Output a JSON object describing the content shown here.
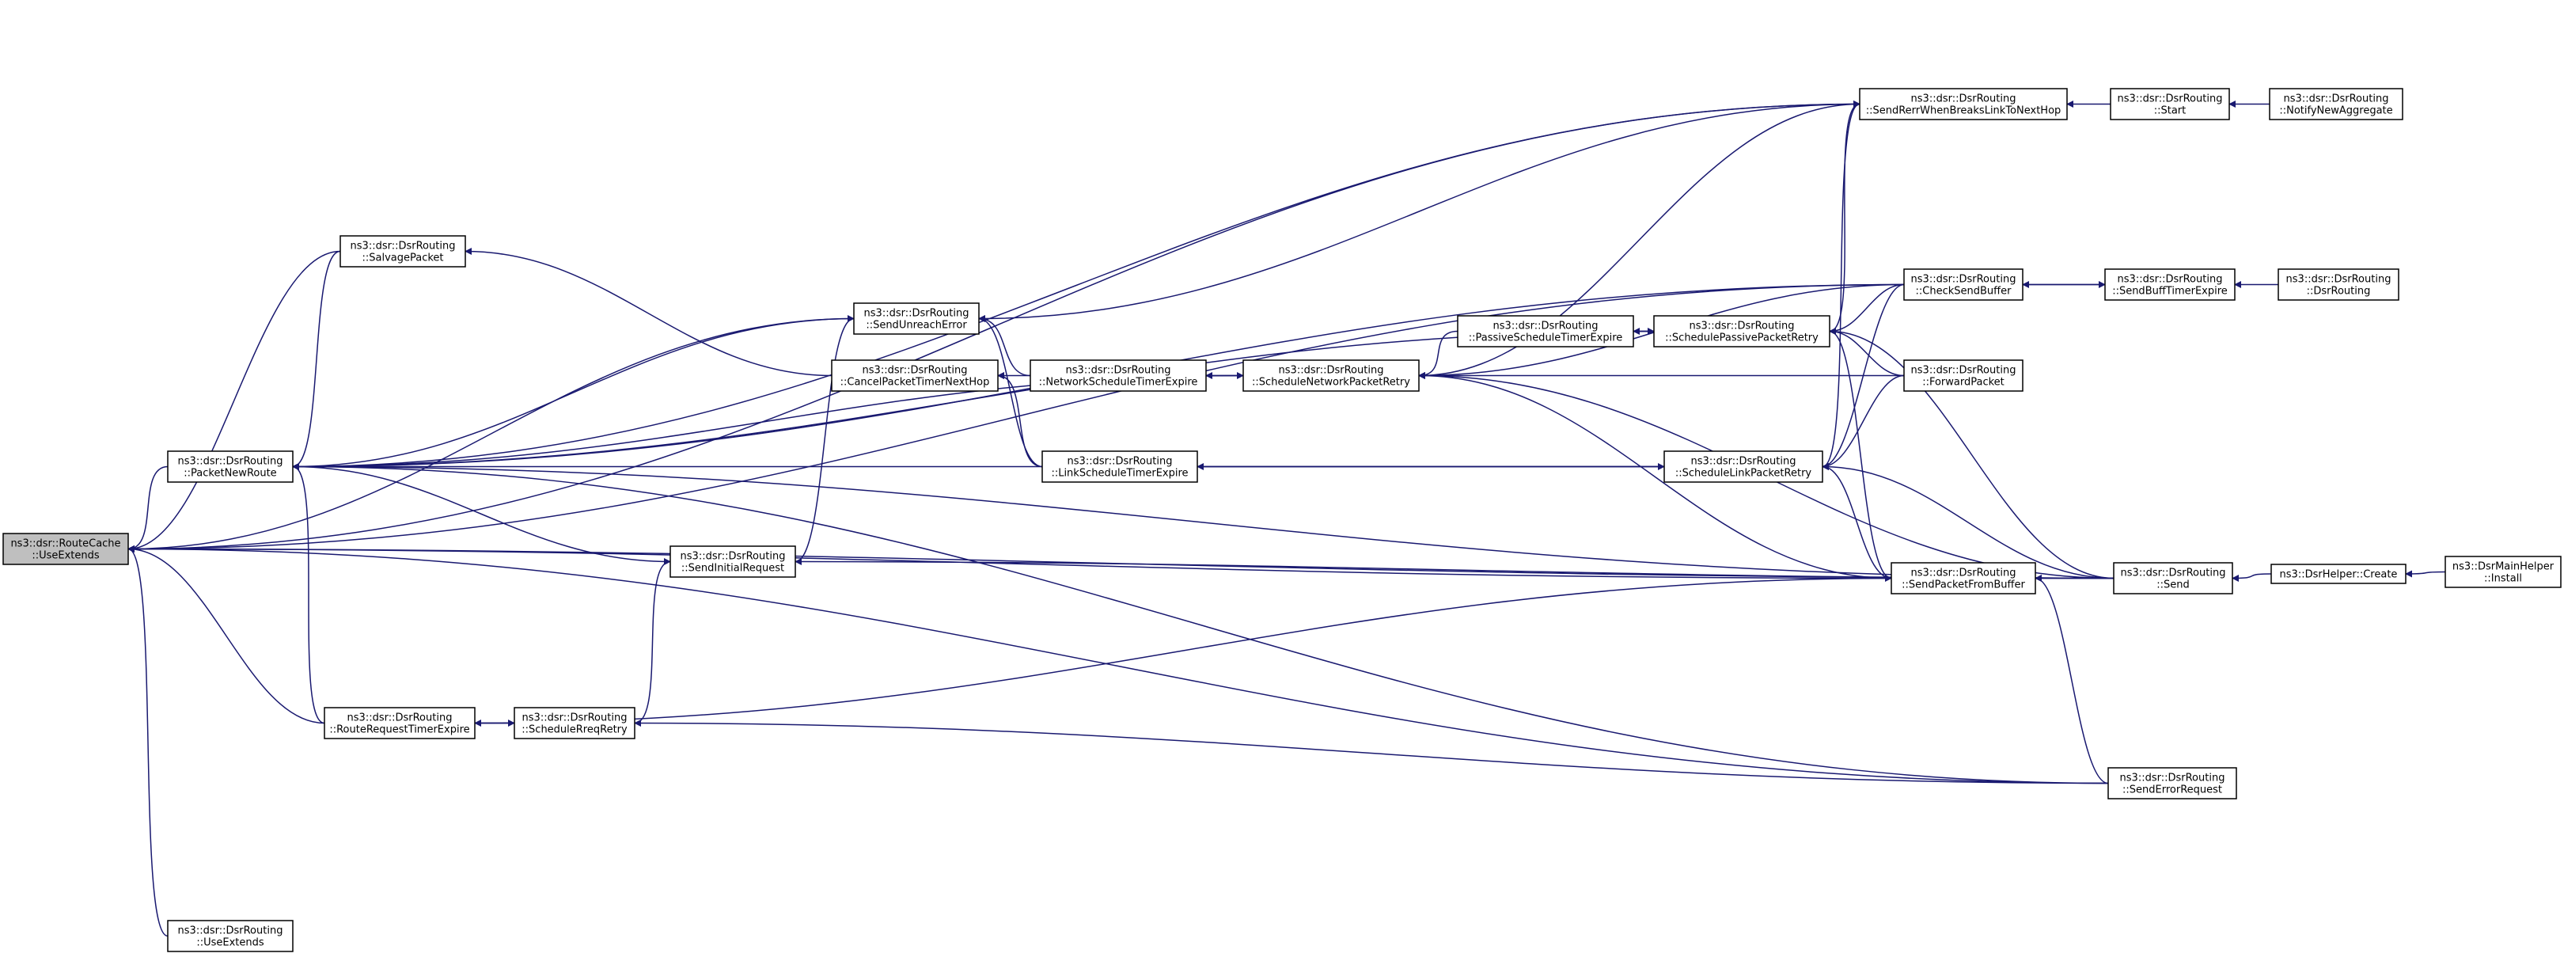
{
  "nodes": [
    {
      "id": "useExtendsCache",
      "lines": [
        "ns3::dsr::RouteCache",
        "::UseExtends"
      ],
      "root": true
    },
    {
      "id": "packetNewRoute",
      "lines": [
        "ns3::dsr::DsrRouting",
        "::PacketNewRoute"
      ]
    },
    {
      "id": "salvagePacket",
      "lines": [
        "ns3::dsr::DsrRouting",
        "::SalvagePacket"
      ]
    },
    {
      "id": "useExtendsRouting",
      "lines": [
        "ns3::dsr::DsrRouting",
        "::UseExtends"
      ]
    },
    {
      "id": "routeRequestTimerExpire",
      "lines": [
        "ns3::dsr::DsrRouting",
        "::RouteRequestTimerExpire"
      ]
    },
    {
      "id": "scheduleRreqRetry",
      "lines": [
        "ns3::dsr::DsrRouting",
        "::ScheduleRreqRetry"
      ]
    },
    {
      "id": "sendInitialRequest",
      "lines": [
        "ns3::dsr::DsrRouting",
        "::SendInitialRequest"
      ]
    },
    {
      "id": "sendUnreachError",
      "lines": [
        "ns3::dsr::DsrRouting",
        "::SendUnreachError"
      ]
    },
    {
      "id": "cancelPacketTimerNextHop",
      "lines": [
        "ns3::dsr::DsrRouting",
        "::CancelPacketTimerNextHop"
      ]
    },
    {
      "id": "networkScheduleTimerExpire",
      "lines": [
        "ns3::dsr::DsrRouting",
        "::NetworkScheduleTimerExpire"
      ]
    },
    {
      "id": "linkScheduleTimerExpire",
      "lines": [
        "ns3::dsr::DsrRouting",
        "::LinkScheduleTimerExpire"
      ]
    },
    {
      "id": "scheduleNetworkPacketRetry",
      "lines": [
        "ns3::dsr::DsrRouting",
        "::ScheduleNetworkPacketRetry"
      ]
    },
    {
      "id": "passiveScheduleTimerExpire",
      "lines": [
        "ns3::dsr::DsrRouting",
        "::PassiveScheduleTimerExpire"
      ]
    },
    {
      "id": "schedulePassivePacketRetry",
      "lines": [
        "ns3::dsr::DsrRouting",
        "::SchedulePassivePacketRetry"
      ]
    },
    {
      "id": "scheduleLinkPacketRetry",
      "lines": [
        "ns3::dsr::DsrRouting",
        "::ScheduleLinkPacketRetry"
      ]
    },
    {
      "id": "sendRerrWhenBreaksLinkToNextHop",
      "lines": [
        "ns3::dsr::DsrRouting",
        "::SendRerrWhenBreaksLinkToNextHop"
      ]
    },
    {
      "id": "checkSendBuffer",
      "lines": [
        "ns3::dsr::DsrRouting",
        "::CheckSendBuffer"
      ]
    },
    {
      "id": "forwardPacket",
      "lines": [
        "ns3::dsr::DsrRouting",
        "::ForwardPacket"
      ]
    },
    {
      "id": "sendPacketFromBuffer",
      "lines": [
        "ns3::dsr::DsrRouting",
        "::SendPacketFromBuffer"
      ]
    },
    {
      "id": "start",
      "lines": [
        "ns3::dsr::DsrRouting",
        "::Start"
      ]
    },
    {
      "id": "notifyNewAggregate",
      "lines": [
        "ns3::dsr::DsrRouting",
        "::NotifyNewAggregate"
      ]
    },
    {
      "id": "sendBuffTimerExpire",
      "lines": [
        "ns3::dsr::DsrRouting",
        "::SendBuffTimerExpire"
      ]
    },
    {
      "id": "dsrRouting",
      "lines": [
        "ns3::dsr::DsrRouting",
        "::DsrRouting"
      ]
    },
    {
      "id": "send",
      "lines": [
        "ns3::dsr::DsrRouting",
        "::Send"
      ]
    },
    {
      "id": "sendErrorRequest",
      "lines": [
        "ns3::dsr::DsrRouting",
        "::SendErrorRequest"
      ]
    },
    {
      "id": "dsrHelperCreate",
      "lines": [
        "ns3::DsrHelper::Create"
      ]
    },
    {
      "id": "dsrMainHelperInstall",
      "lines": [
        "ns3::DsrMainHelper",
        "::Install"
      ]
    }
  ],
  "edges": [
    {
      "from": "packetNewRoute",
      "to": "useExtendsCache"
    },
    {
      "from": "salvagePacket",
      "to": "useExtendsCache"
    },
    {
      "from": "useExtendsRouting",
      "to": "useExtendsCache"
    },
    {
      "from": "routeRequestTimerExpire",
      "to": "useExtendsCache"
    },
    {
      "from": "sendUnreachError",
      "to": "useExtendsCache"
    },
    {
      "from": "sendRerrWhenBreaksLinkToNextHop",
      "to": "useExtendsCache"
    },
    {
      "from": "checkSendBuffer",
      "to": "useExtendsCache"
    },
    {
      "from": "send",
      "to": "useExtendsCache"
    },
    {
      "from": "sendErrorRequest",
      "to": "useExtendsCache"
    },
    {
      "from": "sendPacketFromBuffer",
      "to": "useExtendsCache"
    },
    {
      "from": "salvagePacket",
      "to": "packetNewRoute"
    },
    {
      "from": "routeRequestTimerExpire",
      "to": "packetNewRoute"
    },
    {
      "from": "sendInitialRequest",
      "to": "packetNewRoute"
    },
    {
      "from": "sendUnreachError",
      "to": "packetNewRoute"
    },
    {
      "from": "scheduleNetworkPacketRetry",
      "to": "packetNewRoute"
    },
    {
      "from": "scheduleLinkPacketRetry",
      "to": "packetNewRoute"
    },
    {
      "from": "schedulePassivePacketRetry",
      "to": "packetNewRoute"
    },
    {
      "from": "sendRerrWhenBreaksLinkToNextHop",
      "to": "packetNewRoute"
    },
    {
      "from": "checkSendBuffer",
      "to": "packetNewRoute"
    },
    {
      "from": "send",
      "to": "packetNewRoute"
    },
    {
      "from": "sendErrorRequest",
      "to": "packetNewRoute"
    },
    {
      "from": "cancelPacketTimerNextHop",
      "to": "salvagePacket"
    },
    {
      "from": "scheduleRreqRetry",
      "to": "routeRequestTimerExpire"
    },
    {
      "from": "routeRequestTimerExpire",
      "to": "scheduleRreqRetry"
    },
    {
      "from": "sendErrorRequest",
      "to": "scheduleRreqRetry"
    },
    {
      "from": "scheduleRreqRetry",
      "to": "sendInitialRequest"
    },
    {
      "from": "send",
      "to": "sendInitialRequest"
    },
    {
      "from": "sendInitialRequest",
      "to": "sendUnreachError"
    },
    {
      "from": "networkScheduleTimerExpire",
      "to": "sendUnreachError"
    },
    {
      "from": "linkScheduleTimerExpire",
      "to": "sendUnreachError"
    },
    {
      "from": "networkScheduleTimerExpire",
      "to": "cancelPacketTimerNextHop"
    },
    {
      "from": "linkScheduleTimerExpire",
      "to": "cancelPacketTimerNextHop"
    },
    {
      "from": "scheduleNetworkPacketRetry",
      "to": "networkScheduleTimerExpire"
    },
    {
      "from": "networkScheduleTimerExpire",
      "to": "scheduleNetworkPacketRetry"
    },
    {
      "from": "scheduleLinkPacketRetry",
      "to": "linkScheduleTimerExpire"
    },
    {
      "from": "linkScheduleTimerExpire",
      "to": "scheduleLinkPacketRetry"
    },
    {
      "from": "passiveScheduleTimerExpire",
      "to": "scheduleNetworkPacketRetry"
    },
    {
      "from": "checkSendBuffer",
      "to": "scheduleNetworkPacketRetry"
    },
    {
      "from": "forwardPacket",
      "to": "scheduleNetworkPacketRetry"
    },
    {
      "from": "sendPacketFromBuffer",
      "to": "scheduleNetworkPacketRetry"
    },
    {
      "from": "send",
      "to": "scheduleNetworkPacketRetry"
    },
    {
      "from": "sendUnreachError",
      "to": "sendRerrWhenBreaksLinkToNextHop"
    },
    {
      "from": "scheduleNetworkPacketRetry",
      "to": "sendRerrWhenBreaksLinkToNextHop"
    },
    {
      "from": "schedulePassivePacketRetry",
      "to": "passiveScheduleTimerExpire"
    },
    {
      "from": "passiveScheduleTimerExpire",
      "to": "schedulePassivePacketRetry"
    },
    {
      "from": "checkSendBuffer",
      "to": "schedulePassivePacketRetry"
    },
    {
      "from": "forwardPacket",
      "to": "schedulePassivePacketRetry"
    },
    {
      "from": "sendPacketFromBuffer",
      "to": "schedulePassivePacketRetry"
    },
    {
      "from": "send",
      "to": "schedulePassivePacketRetry"
    },
    {
      "from": "schedulePassivePacketRetry",
      "to": "sendRerrWhenBreaksLinkToNextHop"
    },
    {
      "from": "checkSendBuffer",
      "to": "scheduleLinkPacketRetry"
    },
    {
      "from": "forwardPacket",
      "to": "scheduleLinkPacketRetry"
    },
    {
      "from": "sendPacketFromBuffer",
      "to": "scheduleLinkPacketRetry"
    },
    {
      "from": "send",
      "to": "scheduleLinkPacketRetry"
    },
    {
      "from": "scheduleLinkPacketRetry",
      "to": "sendRerrWhenBreaksLinkToNextHop"
    },
    {
      "from": "start",
      "to": "sendRerrWhenBreaksLinkToNextHop"
    },
    {
      "from": "notifyNewAggregate",
      "to": "start"
    },
    {
      "from": "sendBuffTimerExpire",
      "to": "checkSendBuffer"
    },
    {
      "from": "checkSendBuffer",
      "to": "sendBuffTimerExpire"
    },
    {
      "from": "dsrRouting",
      "to": "sendBuffTimerExpire"
    },
    {
      "from": "send",
      "to": "sendPacketFromBuffer"
    },
    {
      "from": "sendErrorRequest",
      "to": "sendPacketFromBuffer"
    },
    {
      "from": "routeRequestTimerExpire",
      "to": "sendPacketFromBuffer"
    },
    {
      "from": "dsrHelperCreate",
      "to": "send"
    },
    {
      "from": "dsrMainHelperInstall",
      "to": "dsrHelperCreate"
    }
  ]
}
